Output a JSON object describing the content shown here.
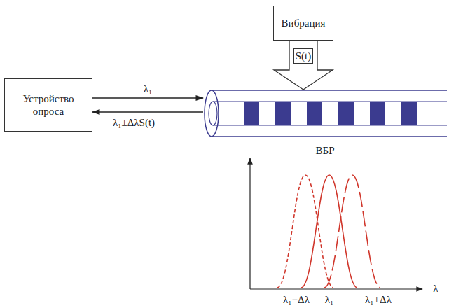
{
  "diagram": {
    "nodes": [
      {
        "text": [
          "Устройство опроса"
        ]
      },
      {
        "text": [
          "Вибрация"
        ]
      },
      {
        "text": [
          "ВБР"
        ]
      }
    ],
    "edges": [
      {
        "from": 0,
        "to": 2,
        "arrow": "to",
        "label": "λ₁"
      },
      {
        "from": 2,
        "to": 0,
        "arrow": "to",
        "label": "λ₁±ΔλS(t)"
      },
      {
        "from": 1,
        "to": 2,
        "arrow": "to",
        "label": "S(t)"
      }
    ],
    "labels": [
      "λ₁−Δλ",
      "λ₁",
      "λ₁+Δλ",
      "λ"
    ]
  }
}
